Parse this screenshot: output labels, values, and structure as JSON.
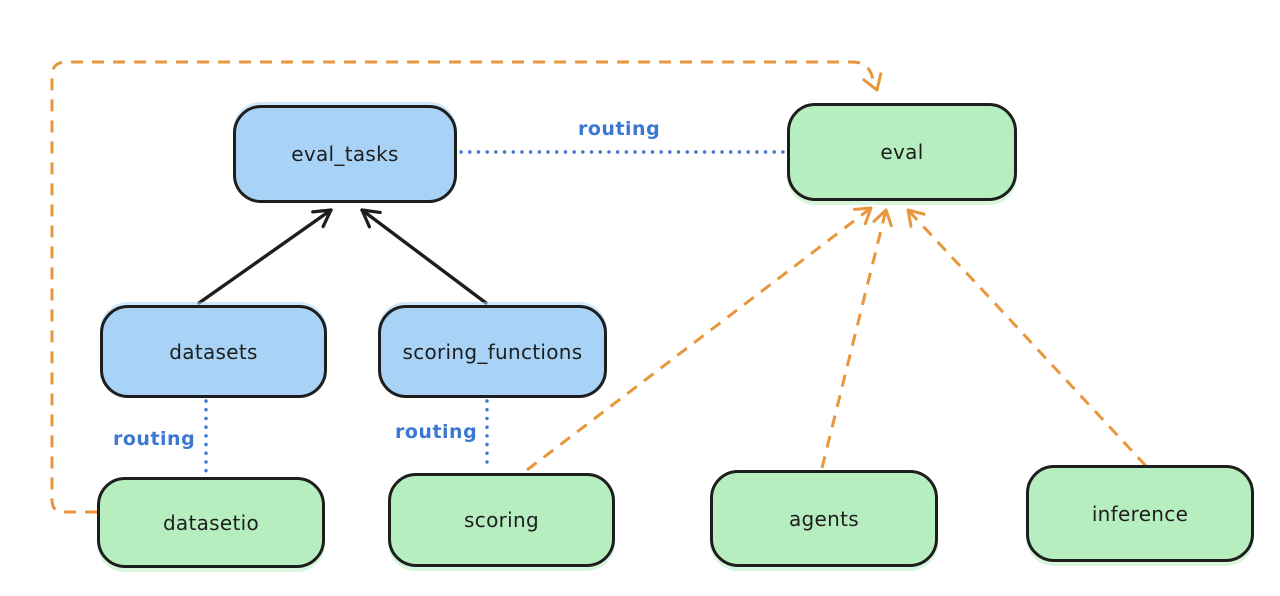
{
  "diagram": {
    "background": "#ffffff",
    "colors": {
      "node_stroke": "#1e1e1e",
      "blue_node_fill": "#a8d3f6",
      "green_node_fill": "#b7eec0",
      "solid_arrow": "#1e1e1e",
      "dashed_arrow_orange": "#e8973c",
      "dotted_line_blue": "#3a78d2",
      "routing_label_text": "#3a78d2"
    },
    "nodes": {
      "eval_tasks": {
        "label": "eval_tasks",
        "fill": "#a8d3f6"
      },
      "eval": {
        "label": "eval",
        "fill": "#b7eec0"
      },
      "datasets": {
        "label": "datasets",
        "fill": "#a8d3f6"
      },
      "scoring_functions": {
        "label": "scoring_functions",
        "fill": "#a8d3f6"
      },
      "datasetio": {
        "label": "datasetio",
        "fill": "#b7eec0"
      },
      "scoring": {
        "label": "scoring",
        "fill": "#b7eec0"
      },
      "agents": {
        "label": "agents",
        "fill": "#b7eec0"
      },
      "inference": {
        "label": "inference",
        "fill": "#b7eec0"
      }
    },
    "edges": [
      {
        "from": "datasets",
        "to": "eval_tasks",
        "style": "solid-arrow",
        "color": "#1e1e1e"
      },
      {
        "from": "scoring_functions",
        "to": "eval_tasks",
        "style": "solid-arrow",
        "color": "#1e1e1e"
      },
      {
        "from": "eval_tasks",
        "to": "eval",
        "style": "dotted",
        "label": "routing",
        "color": "#3a78d2"
      },
      {
        "from": "datasets",
        "to": "datasetio",
        "style": "dotted",
        "label": "routing",
        "color": "#3a78d2"
      },
      {
        "from": "scoring_functions",
        "to": "scoring",
        "style": "dotted",
        "label": "routing",
        "color": "#3a78d2"
      },
      {
        "from": "datasetio",
        "to": "eval",
        "style": "dashed-arrow",
        "color": "#e8973c"
      },
      {
        "from": "scoring",
        "to": "eval",
        "style": "dashed-arrow",
        "color": "#e8973c"
      },
      {
        "from": "agents",
        "to": "eval",
        "style": "dashed-arrow",
        "color": "#e8973c"
      },
      {
        "from": "inference",
        "to": "eval",
        "style": "dashed-arrow",
        "color": "#e8973c"
      }
    ]
  }
}
